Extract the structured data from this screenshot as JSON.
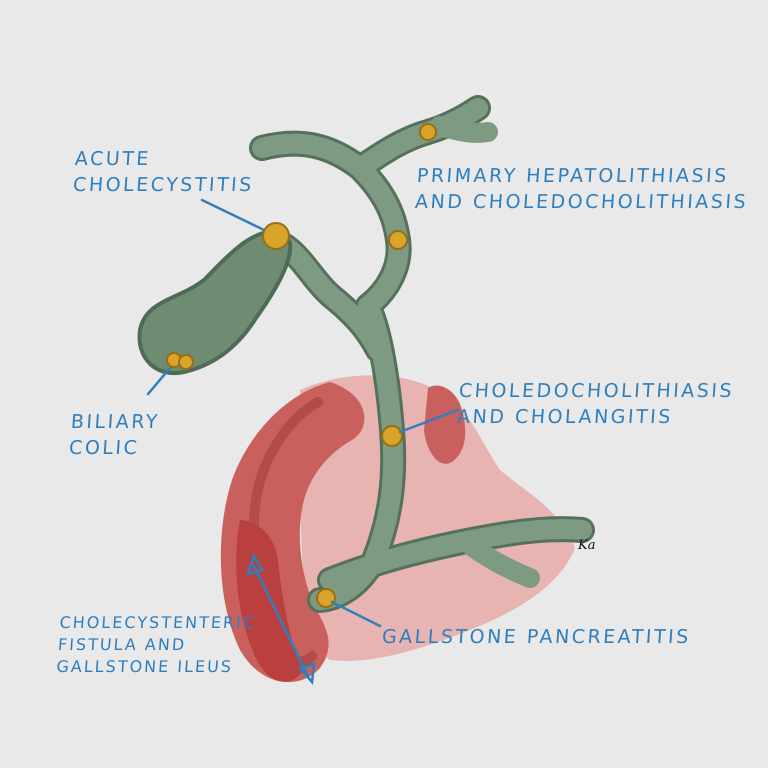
{
  "labels": {
    "acute_cholecystitis": "Acute\ncholecystitis",
    "primary_hepatolithiasis": "Primary hepatolithiasis\nand choledocholithiasis",
    "biliary_colic": "Biliary\ncolic",
    "choledocholithiasis_cholangitis": "Choledocholithiasis\nand cholangitis",
    "cholecystenteric_fistula": "Cholecystenteric\nfistula and\ngallstone ileus",
    "gallstone_pancreatitis": "Gallstone pancreatitis"
  },
  "colors": {
    "background": "#e9e9e9",
    "bile_duct": "#7f9a83",
    "bile_duct_outline": "#55705b",
    "gallbladder": "#6f8b72",
    "stone": "#d8a52a",
    "duodenum": "#c9605e",
    "pancreas": "#e6aaa8",
    "label_blue": "#2f7fbf"
  },
  "signature": "Ka"
}
